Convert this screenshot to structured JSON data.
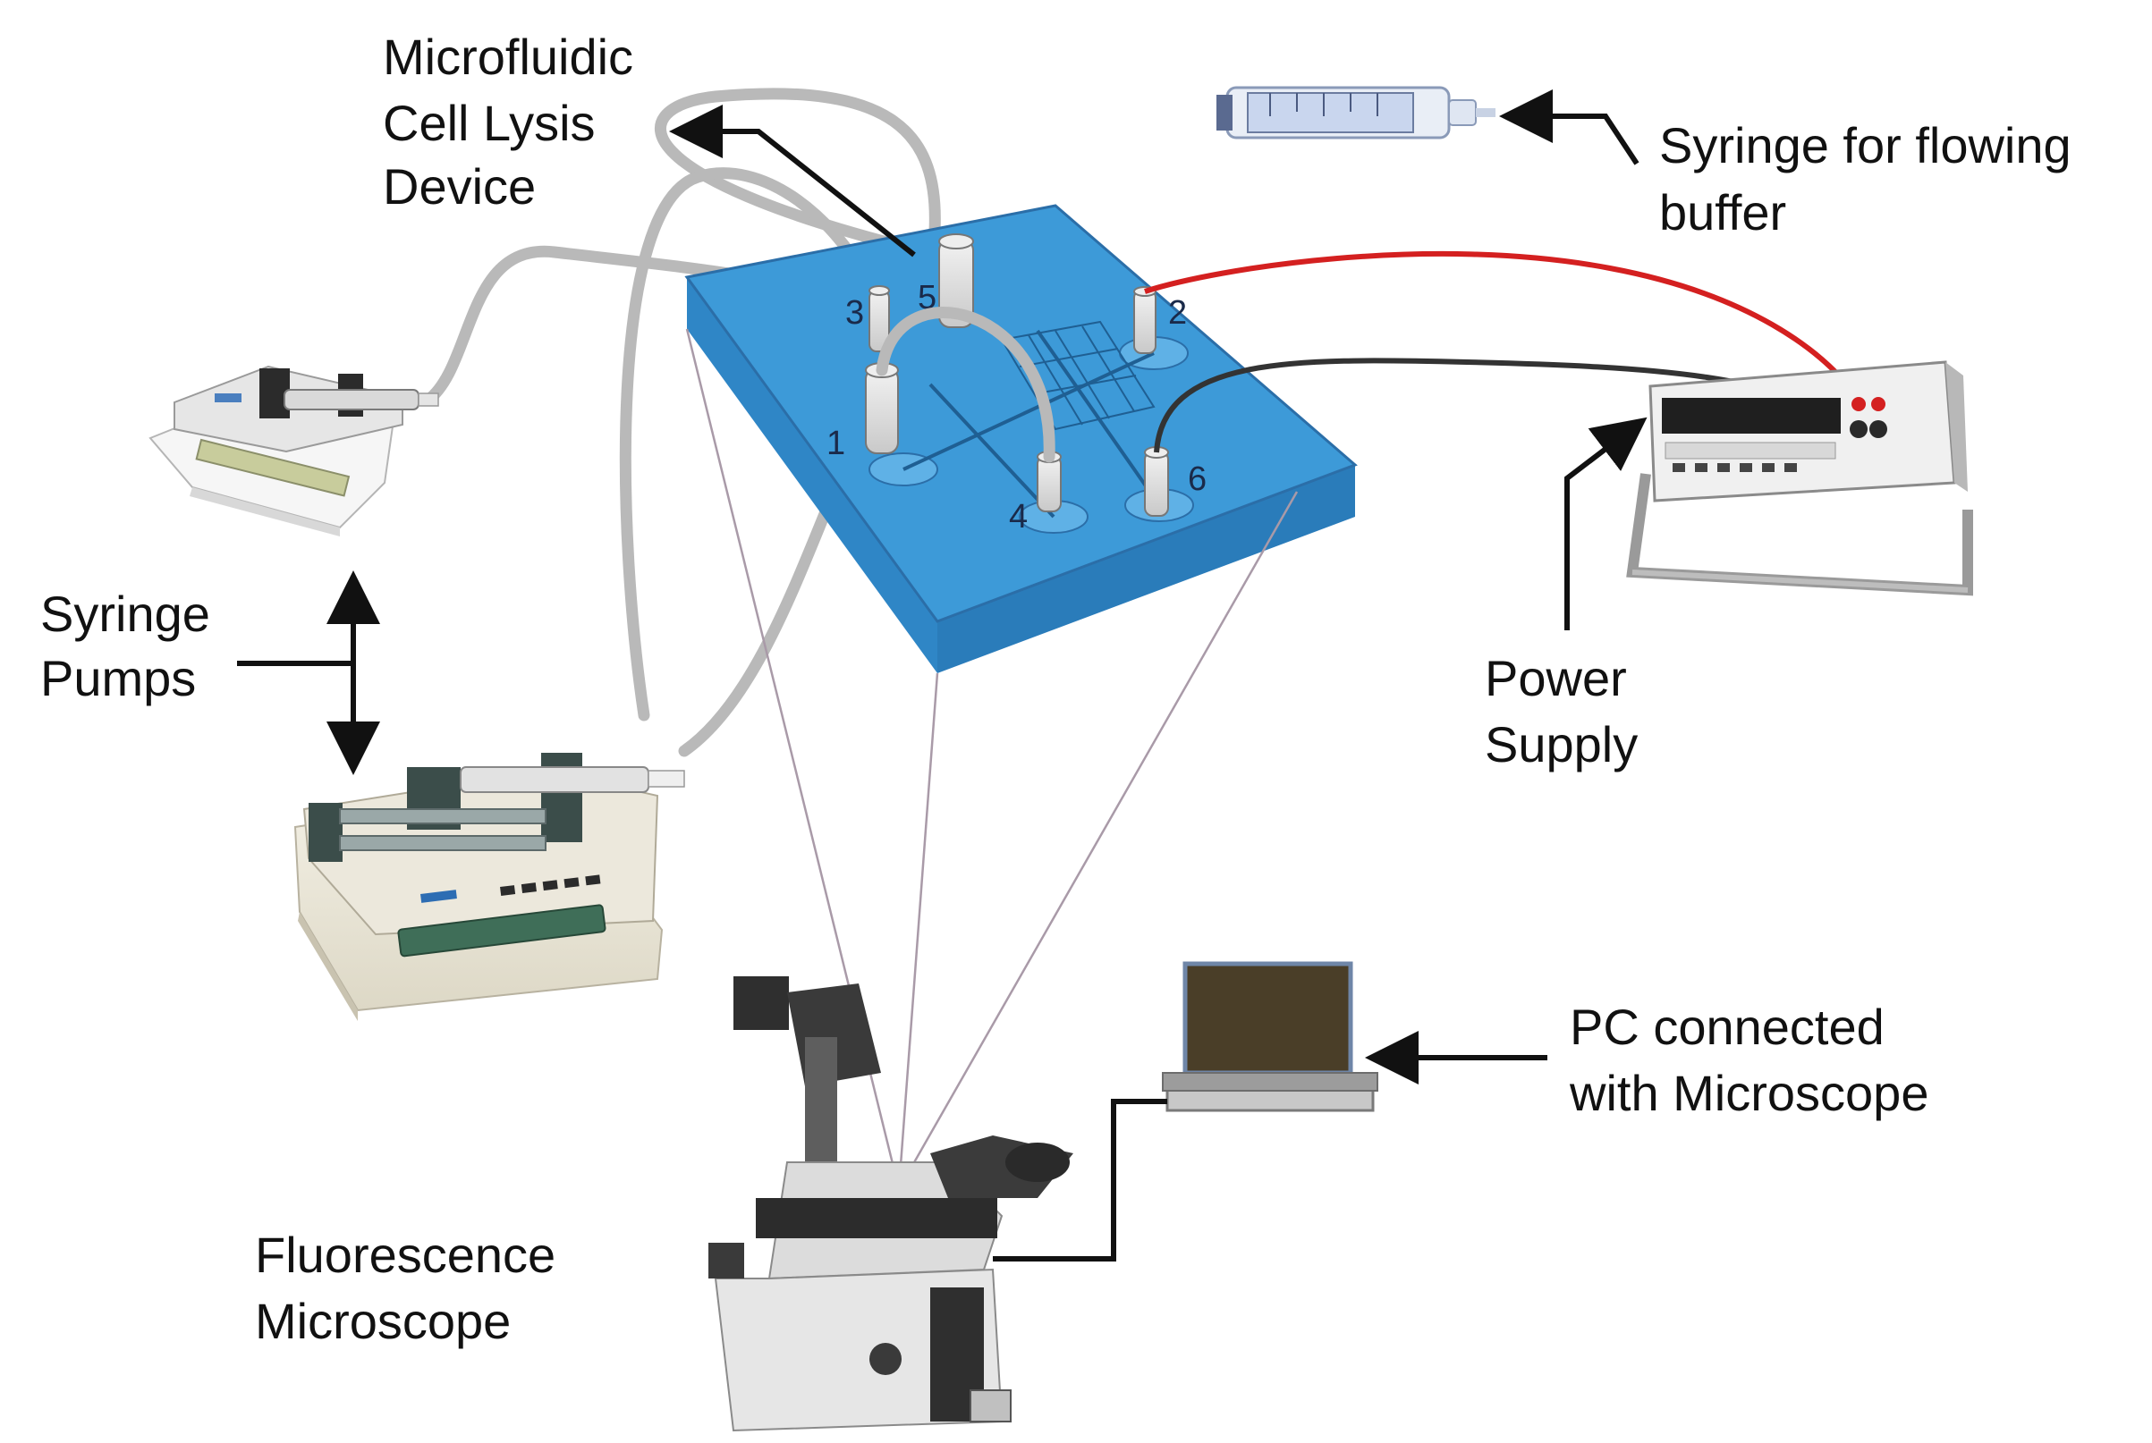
{
  "labels": {
    "lysis_device": [
      "Microfluidic",
      "Cell Lysis",
      "Device"
    ],
    "syringe_buffer": [
      "Syringe for flowing",
      "buffer"
    ],
    "syringe_pumps": [
      "Syringe",
      "Pumps"
    ],
    "power_supply": [
      "Power",
      "Supply"
    ],
    "pc": [
      "PC connected",
      "with Microscope"
    ],
    "microscope": [
      "Fluorescence",
      "Microscope"
    ]
  },
  "ports": [
    "1",
    "2",
    "3",
    "4",
    "5",
    "6"
  ],
  "colors": {
    "chip_top": "#3d9ad8",
    "chip_side": "#2f86c6",
    "tubing": "#b9b9b9",
    "wire_red": "#d42020",
    "wire_black": "#333333",
    "laptop_screen": "#4a3e28",
    "arrow": "#111111"
  }
}
